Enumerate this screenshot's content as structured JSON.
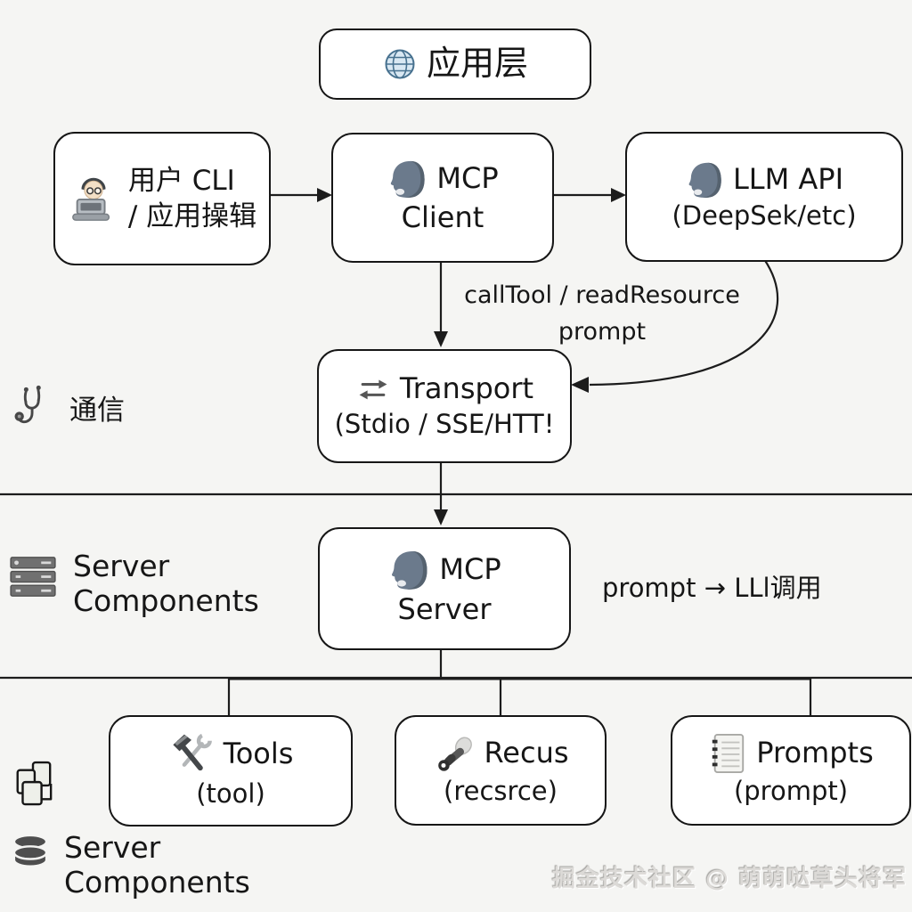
{
  "colors": {
    "background": "#f5f5f3",
    "box_border": "#161616",
    "box_fill": "#ffffff",
    "head_icon": "#6b7a8c",
    "watermark_text": "#dcdad7"
  },
  "nodes": {
    "app_layer": {
      "label": "应用层",
      "icon": "globe-icon"
    },
    "user_cli": {
      "line1": "用户 CLI",
      "line2": "/ 应用操辑",
      "icon": "technologist-icon"
    },
    "mcp_client": {
      "line1": "MCP",
      "line2": "Client",
      "icon": "head-icon"
    },
    "llm_api": {
      "line1": "LLM API",
      "line2": "(DeepSek/etc)",
      "icon": "head-icon"
    },
    "transport": {
      "line1": "Transport",
      "line2": "(Stdio / SSE/HTT!",
      "icon": "left-right-arrows-icon"
    },
    "mcp_server": {
      "line1": "MCP",
      "line2": "Server",
      "icon": "head-icon"
    },
    "tools": {
      "line1": "Tools",
      "line2": "(tool)",
      "icon": "hammer-wrench-icon"
    },
    "resources": {
      "line1": "Recus",
      "line2": "(recsrce)",
      "icon": "paintbrush-icon"
    },
    "prompts": {
      "line1": "Prompts",
      "line2": "(prompt)",
      "icon": "notepad-list-icon"
    }
  },
  "edge_labels": {
    "client_to_transport_line1": "callTool / readResource",
    "client_to_transport_line2": "prompt",
    "server_prompt_flow": "prompt → LLl调用"
  },
  "side_labels": {
    "communication": {
      "label": "通信",
      "icon": "stethoscope-icon"
    },
    "server_components_mid": {
      "line1": "Server",
      "line2": "Components",
      "icon": "server-rack-icon"
    },
    "server_components_bottom": {
      "line1": "Server",
      "line2": "Components",
      "icons": [
        "stacked-pages-icon",
        "database-icon"
      ]
    }
  },
  "watermark": "掘金技术社区 @ 萌萌哒草头将军"
}
